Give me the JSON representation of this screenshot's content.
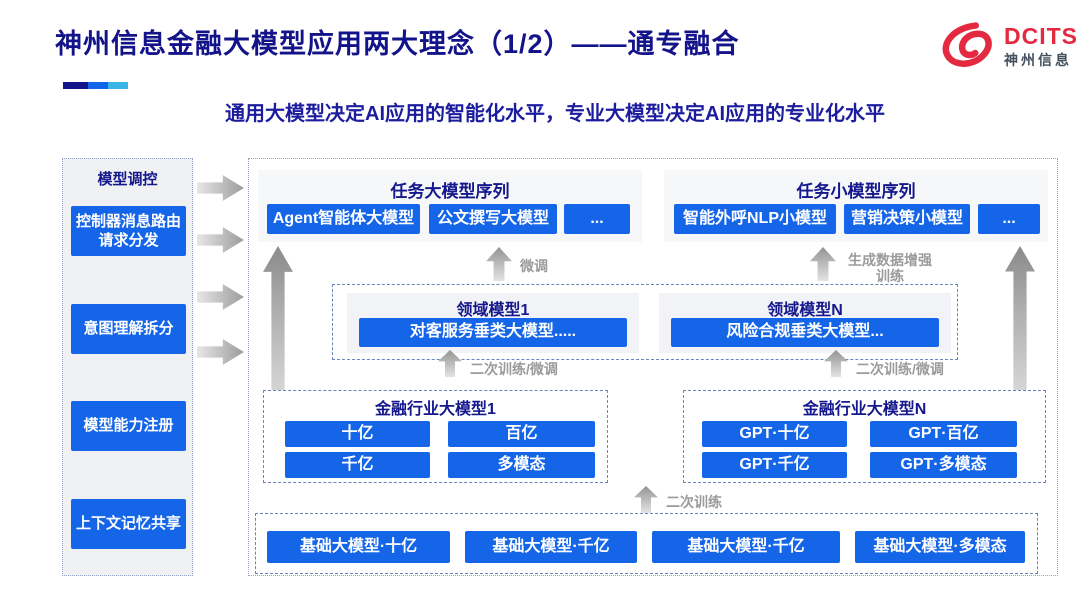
{
  "header": {
    "title": "神州信息金融大模型应用两大理念（1/2）——通专融合",
    "subtitle": "通用大模型决定AI应用的智能化水平，专业大模型决定AI应用的专业化水平",
    "logo": {
      "brand": "DCITS",
      "brand_cn": "神州信息"
    }
  },
  "colors": {
    "title_navy": "#13138a",
    "subtitle_navy": "#1c1c9e",
    "button_blue": "#1565e8",
    "logo_red": "#e32a40",
    "accent_bar": [
      "#13138a",
      "#1165e8",
      "#3cb4e8"
    ],
    "arrow_gray": "#9c9c9c"
  },
  "sidebar": {
    "title": "模型调控",
    "items": [
      "控制器消息路由请求分发",
      "意图理解拆分",
      "模型能力注册",
      "上下文记忆共享"
    ]
  },
  "main": {
    "task_large": {
      "title": "任务大模型序列",
      "items": [
        "Agent智能体大模型",
        "公文撰写大模型",
        "..."
      ]
    },
    "task_small": {
      "title": "任务小模型序列",
      "items": [
        "智能外呼NLP小模型",
        "营销决策小模型",
        "..."
      ]
    },
    "domain": {
      "panels": [
        {
          "title": "领域模型1",
          "item": "对客服务垂类大模型....."
        },
        {
          "title": "领域模型N",
          "item": "风险合规垂类大模型..."
        }
      ]
    },
    "industry": [
      {
        "title": "金融行业大模型1",
        "items": [
          "十亿",
          "百亿",
          "千亿",
          "多模态"
        ]
      },
      {
        "title": "金融行业大模型N",
        "items": [
          "GPT·十亿",
          "GPT·百亿",
          "GPT·千亿",
          "GPT·多模态"
        ]
      }
    ],
    "base": {
      "items": [
        "基础大模型·十亿",
        "基础大模型·千亿",
        "基础大模型·千亿",
        "基础大模型·多模态"
      ]
    },
    "labels": {
      "finetune": "微调",
      "gen_data_line1": "生成数据增强",
      "gen_data_line2": "训练",
      "retrain_finetune": "二次训练/微调",
      "retrain": "二次训练"
    }
  }
}
